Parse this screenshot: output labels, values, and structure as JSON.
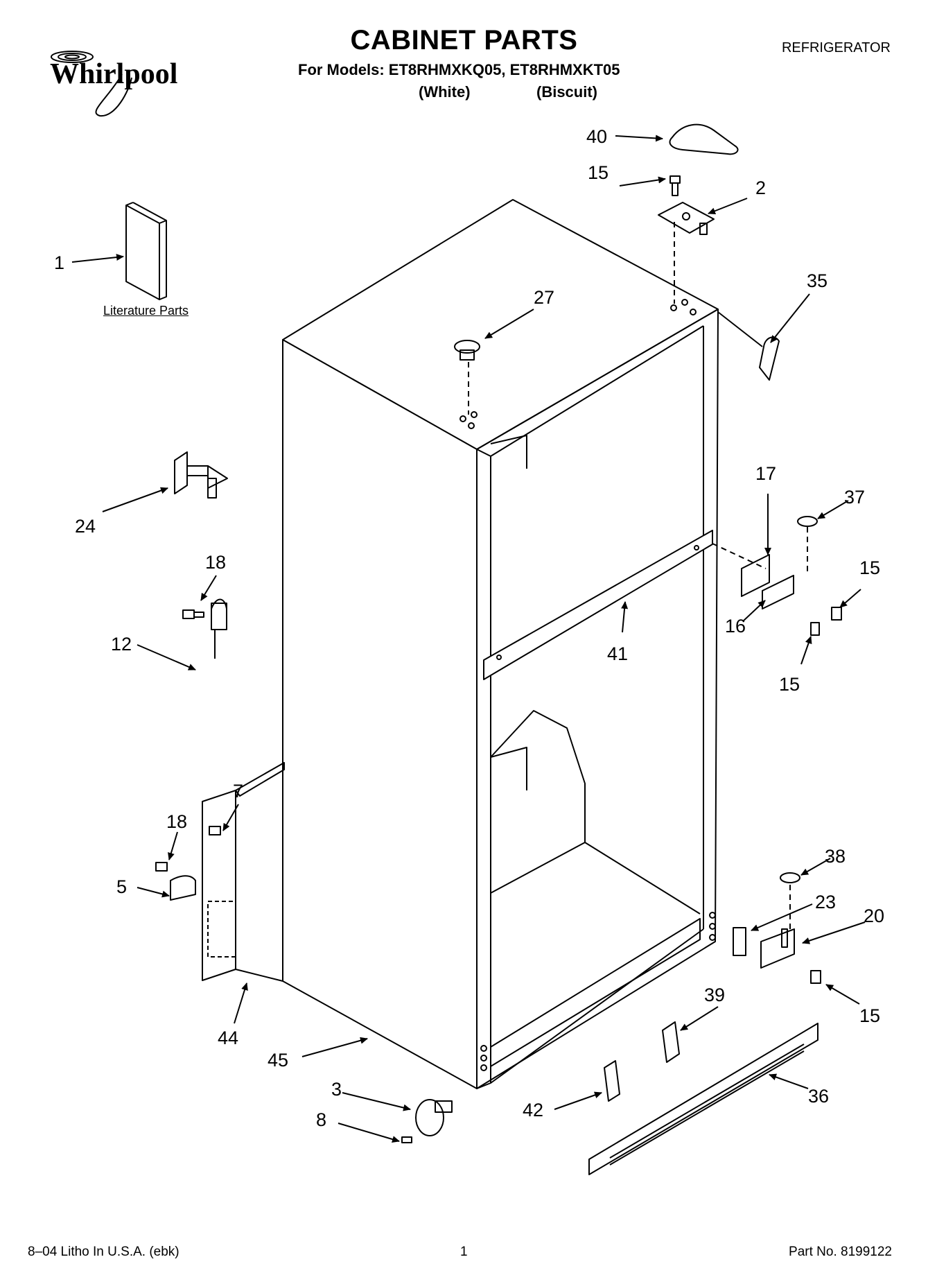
{
  "header": {
    "brand": "Whirlpool",
    "title": "CABINET PARTS",
    "models_line": "For Models: ET8RHMXKQ05, ET8RHMXKT05",
    "color_white": "(White)",
    "color_biscuit": "(Biscuit)",
    "appliance_type": "REFRIGERATOR"
  },
  "literature": {
    "label": "Literature Parts"
  },
  "callouts": {
    "c1": "1",
    "c2": "2",
    "c3": "3",
    "c5": "5",
    "c7": "7",
    "c8": "8",
    "c12": "12",
    "c15a": "15",
    "c15b": "15",
    "c15c": "15",
    "c15d": "15",
    "c16": "16",
    "c17": "17",
    "c18a": "18",
    "c18b": "18",
    "c20": "20",
    "c23": "23",
    "c24": "24",
    "c27": "27",
    "c35": "35",
    "c36": "36",
    "c37": "37",
    "c38": "38",
    "c39": "39",
    "c40": "40",
    "c41": "41",
    "c42": "42",
    "c44": "44",
    "c45": "45"
  },
  "footer": {
    "left": "8–04 Litho In U.S.A. (ebk)",
    "page": "1",
    "part_no": "Part No. 8199122"
  }
}
